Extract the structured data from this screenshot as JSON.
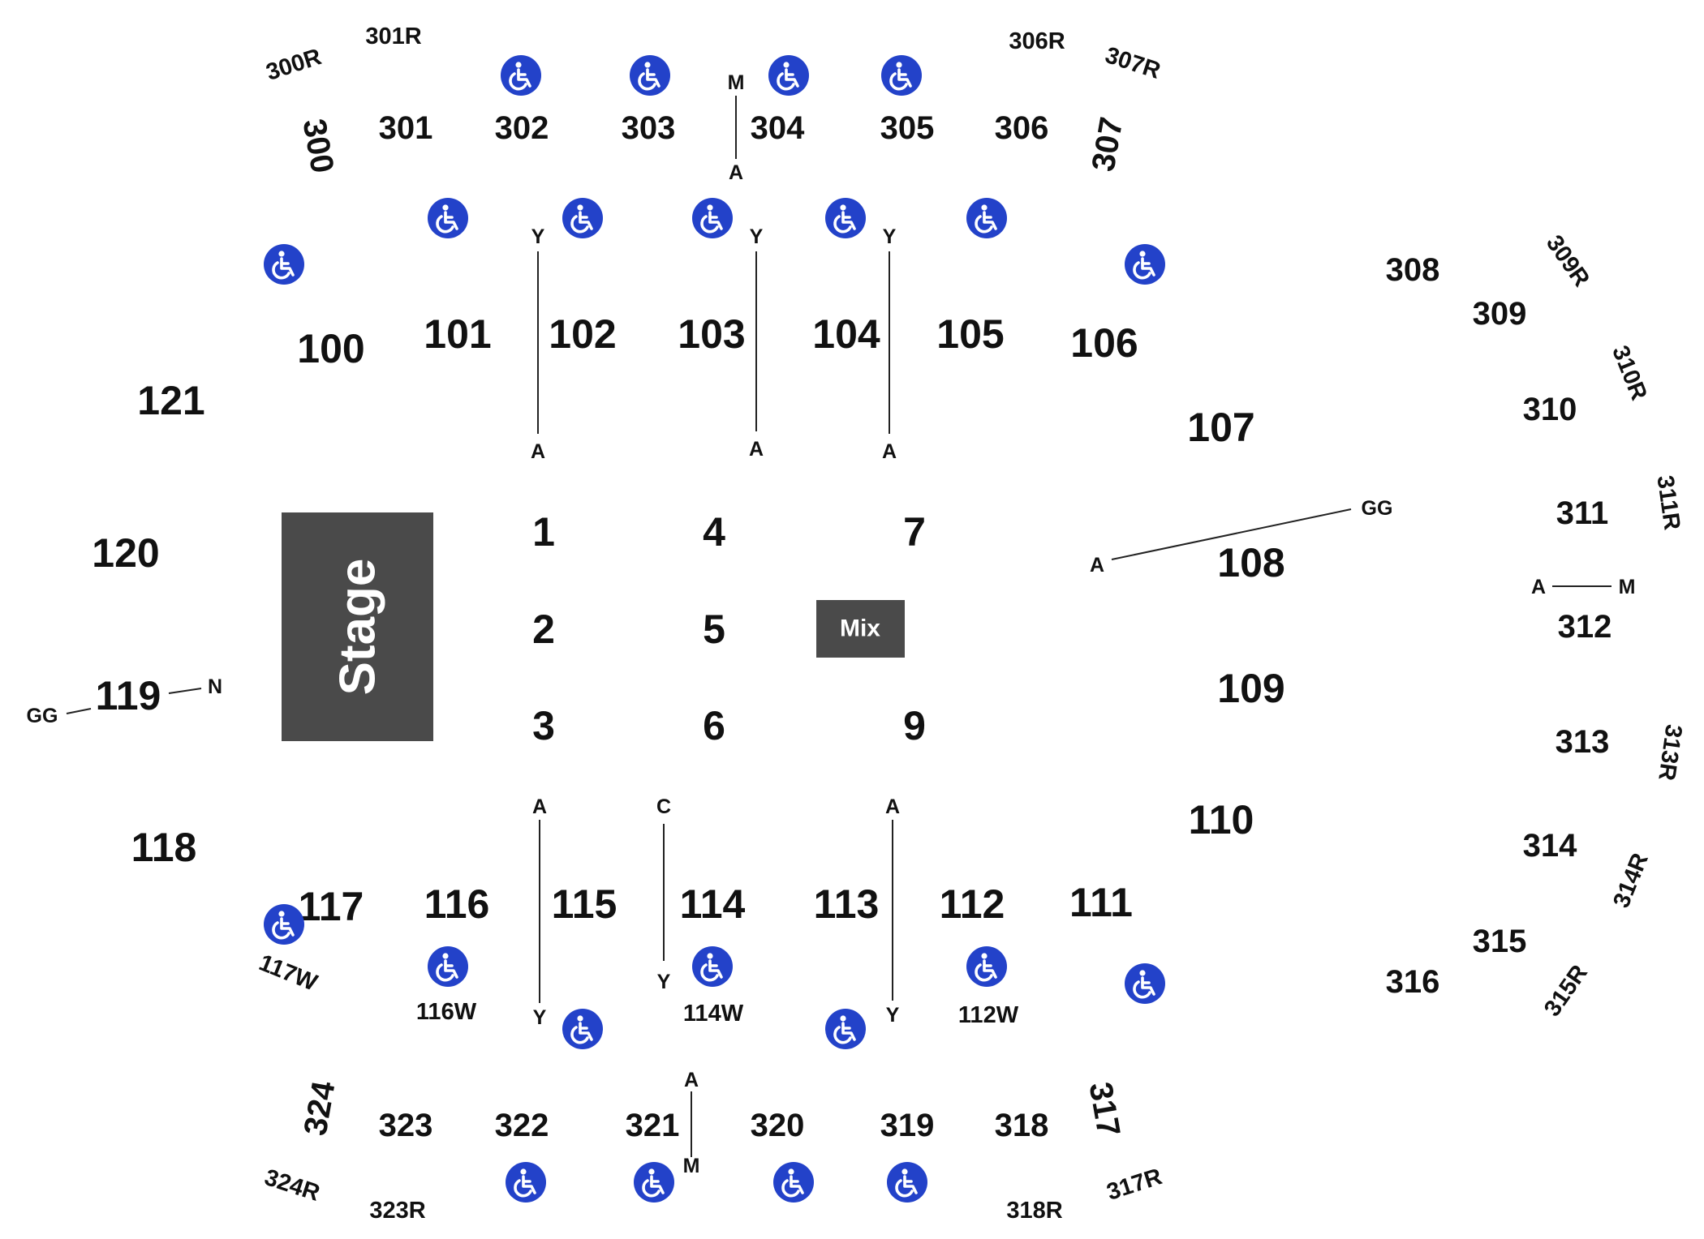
{
  "stage": {
    "label": "Stage"
  },
  "mix": {
    "label": "Mix"
  },
  "floor_sections": [
    "1",
    "2",
    "3",
    "4",
    "5",
    "6",
    "7",
    "9"
  ],
  "lower_sections": [
    "100",
    "101",
    "102",
    "103",
    "104",
    "105",
    "106",
    "107",
    "108",
    "109",
    "110",
    "111",
    "112",
    "113",
    "114",
    "115",
    "116",
    "117",
    "118",
    "119",
    "120",
    "121"
  ],
  "upper_sections": [
    "300",
    "301",
    "302",
    "303",
    "304",
    "305",
    "306",
    "307",
    "308",
    "309",
    "310",
    "311",
    "312",
    "313",
    "314",
    "315",
    "316",
    "317",
    "318",
    "319",
    "320",
    "321",
    "322",
    "323",
    "324"
  ],
  "row_labels": [
    "300R",
    "301R",
    "306R",
    "307R",
    "309R",
    "310R",
    "311R",
    "313R",
    "314R",
    "315R",
    "317R",
    "318R",
    "323R",
    "324R"
  ],
  "wheelchair_labels": [
    "116W",
    "114W",
    "112W",
    "117W"
  ],
  "aisle_markers": [
    "M",
    "A",
    "Y",
    "A",
    "Y",
    "A",
    "Y",
    "A",
    "A",
    "Y",
    "C",
    "Y",
    "A",
    "Y",
    "A",
    "M",
    "GG",
    "A",
    "A",
    "M",
    "GG",
    "N"
  ],
  "icons": {
    "accessible": "wheelchair-icon"
  },
  "colors": {
    "accessible": "#2342c9",
    "stage": "#4a4a4a",
    "text": "#111111"
  }
}
